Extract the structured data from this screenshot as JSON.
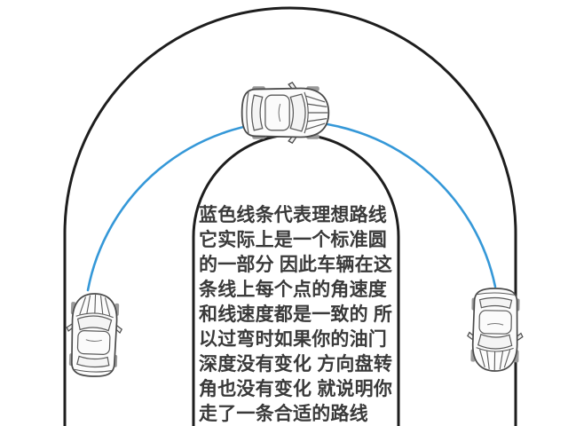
{
  "caption": {
    "lines": [
      "蓝色线条代表理想路线",
      "它实际上是一个标准圆",
      "的一部分 因此车辆在这",
      "条线上每个点的角速度",
      "和线速度都是一致的 所",
      "以过弯时如果你的油门",
      "深度没有变化 方向盘转",
      "角也没有变化 就说明你",
      "走了一条合适的路线"
    ],
    "full_text": "蓝色线条代表理想路线 它实际上是一个标准圆的一部分 因此车辆在这条线上每个点的角速度和线速度都是一致的 所以过弯时如果你的油门深度没有变化 方向盘转角也没有变化 就说明你走了一条合适的路线"
  },
  "diagram": {
    "icons": {
      "car_entry_left": "top-view-car-icon",
      "car_apex_top": "top-view-car-icon",
      "car_exit_right": "top-view-car-icon"
    }
  },
  "colors": {
    "ideal_line_blue": "#3598d8",
    "track_line": "#1e1e1e",
    "caption_text": "#3a3a3a",
    "background": "#ffffff"
  }
}
